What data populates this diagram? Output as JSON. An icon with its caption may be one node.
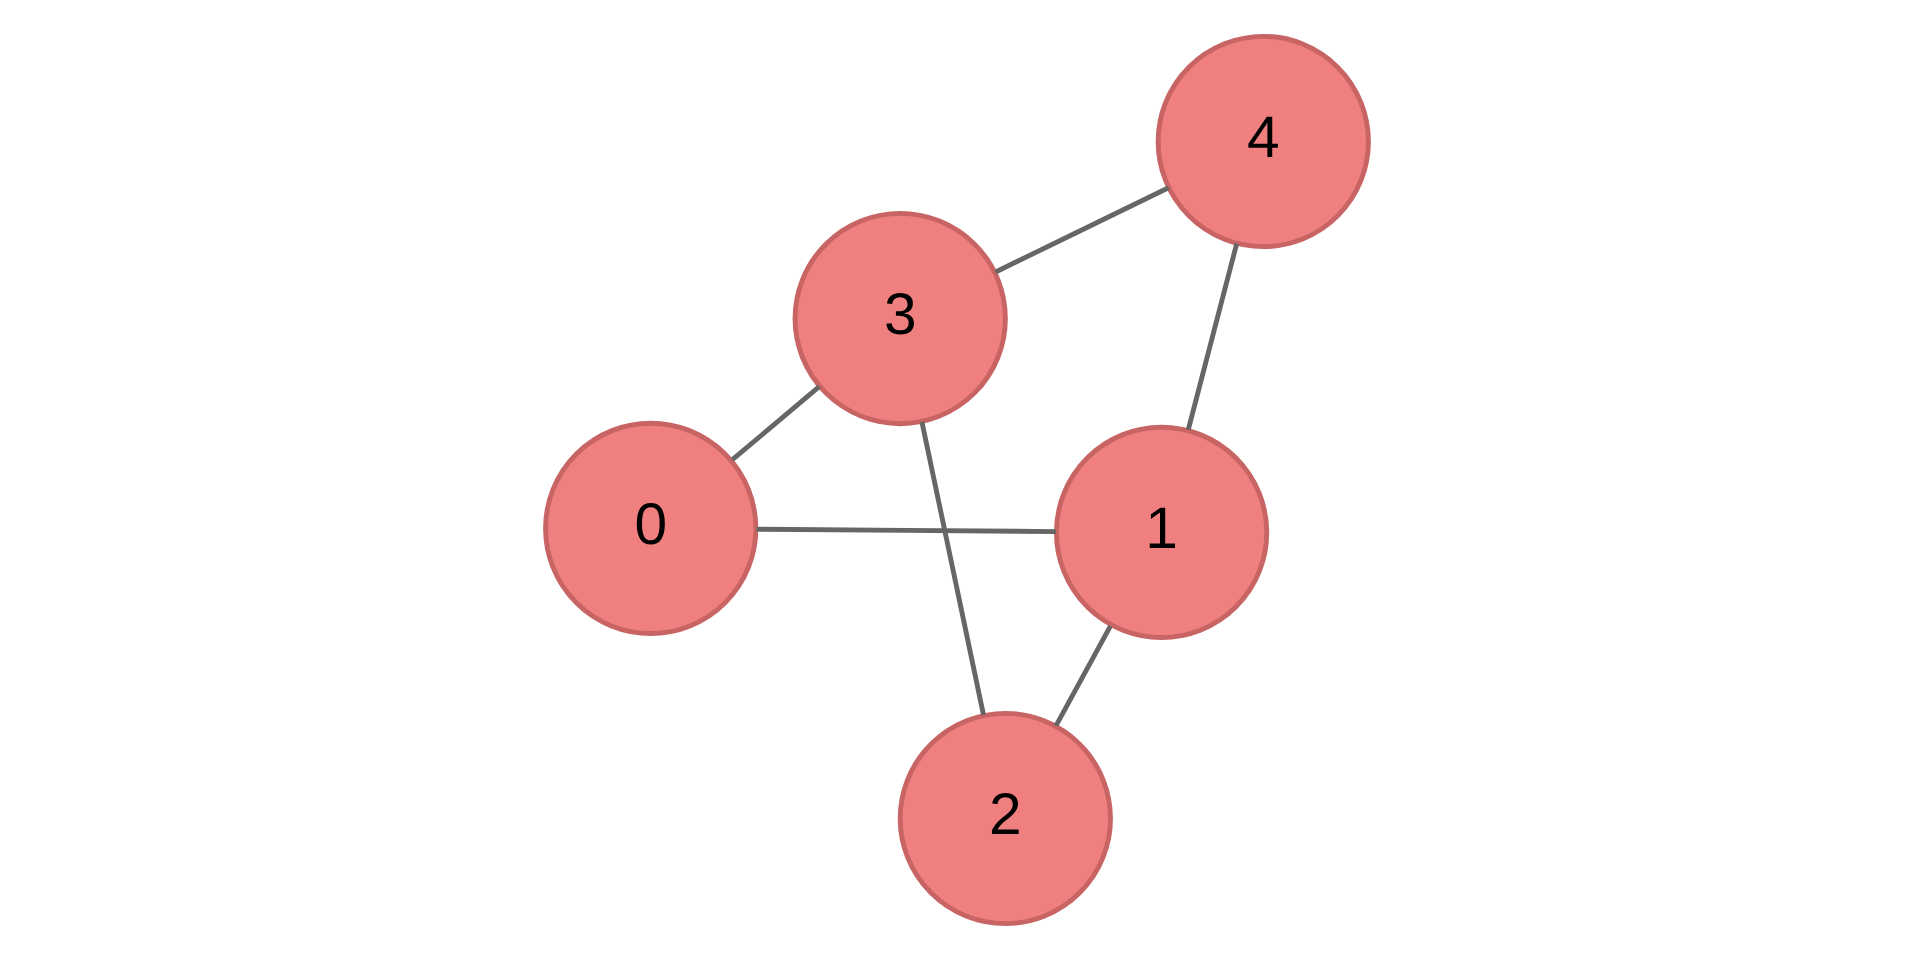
{
  "diagram": {
    "nodes": [
      {
        "text": [
          "0"
        ]
      },
      {
        "text": [
          "1"
        ]
      },
      {
        "text": [
          "2"
        ]
      },
      {
        "text": [
          "3"
        ]
      },
      {
        "text": [
          "4"
        ]
      }
    ],
    "edges": [
      {
        "from": 0,
        "to": 1,
        "arrow": "none"
      },
      {
        "from": 0,
        "to": 3,
        "arrow": "none"
      },
      {
        "from": 1,
        "to": 2,
        "arrow": "none"
      },
      {
        "from": 1,
        "to": 4,
        "arrow": "none"
      },
      {
        "from": 2,
        "to": 3,
        "arrow": "none"
      },
      {
        "from": 3,
        "to": 4,
        "arrow": "none"
      }
    ]
  }
}
